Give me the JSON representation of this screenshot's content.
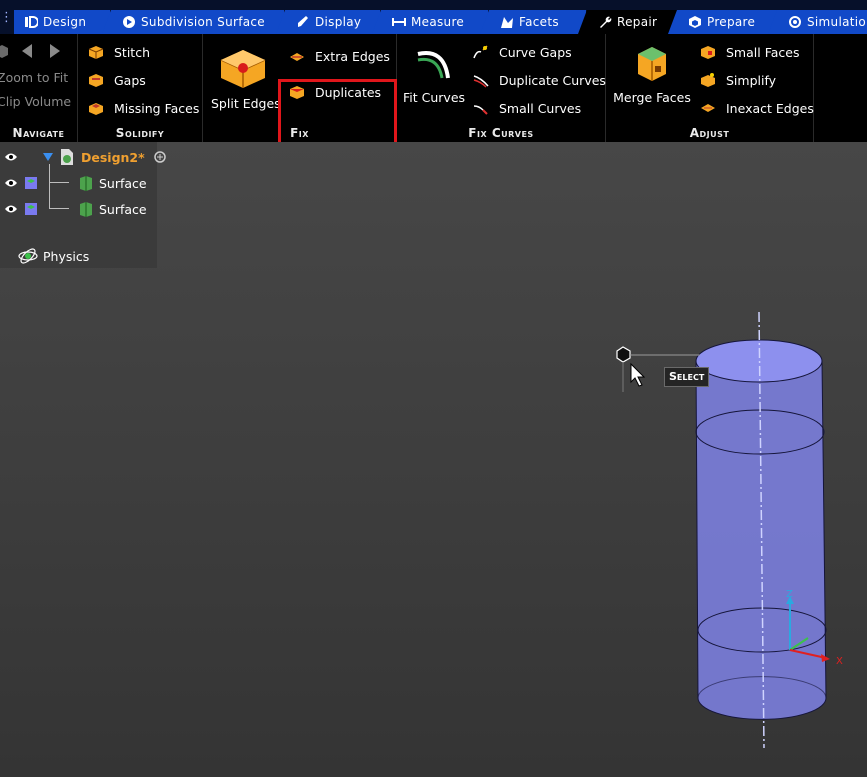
{
  "tabs": [
    {
      "label": "Design",
      "icon": "design-icon",
      "active": false
    },
    {
      "label": "Subdivision Surface",
      "icon": "subdivision-icon",
      "active": false
    },
    {
      "label": "Display",
      "icon": "display-icon",
      "active": false
    },
    {
      "label": "Measure",
      "icon": "measure-icon",
      "active": false
    },
    {
      "label": "Facets",
      "icon": "facets-icon",
      "active": false
    },
    {
      "label": "Repair",
      "icon": "wrench-icon",
      "active": true
    },
    {
      "label": "Prepare",
      "icon": "prepare-icon",
      "active": false
    },
    {
      "label": "Simulation",
      "icon": "simulation-icon",
      "active": false
    }
  ],
  "ribbon": {
    "navigate": {
      "title": "Navigate",
      "zoom_to_fit": "Zoom to Fit",
      "clip_volume": "Clip Volume"
    },
    "solidify": {
      "title": "Solidify",
      "stitch": "Stitch",
      "gaps": "Gaps",
      "missing_faces": "Missing Faces"
    },
    "fix": {
      "title": "Fix",
      "split_edges": "Split Edges",
      "extra_edges": "Extra Edges",
      "duplicates": "Duplicates"
    },
    "fix_curves": {
      "title": "Fix Curves",
      "fit_curves": "Fit Curves",
      "curve_gaps": "Curve Gaps",
      "duplicate_curves": "Duplicate Curves",
      "small_curves": "Small Curves"
    },
    "adjust": {
      "title": "Adjust",
      "merge_faces": "Merge Faces",
      "small_faces": "Small Faces",
      "simplify": "Simplify",
      "inexact_edges": "Inexact Edges"
    }
  },
  "tree": {
    "design": "Design2*",
    "surface_1": "Surface",
    "surface_2": "Surface",
    "physics": "Physics"
  },
  "viewport": {
    "tooltip": "Select",
    "axis_x": "X",
    "axis_z": "Z"
  },
  "colors": {
    "tab_blue": "#1149c8",
    "ribbon_bg": "#000000",
    "highlight": "#e0161b",
    "design_label": "#f0a030",
    "cylinder_fill": "#7f82e6"
  }
}
